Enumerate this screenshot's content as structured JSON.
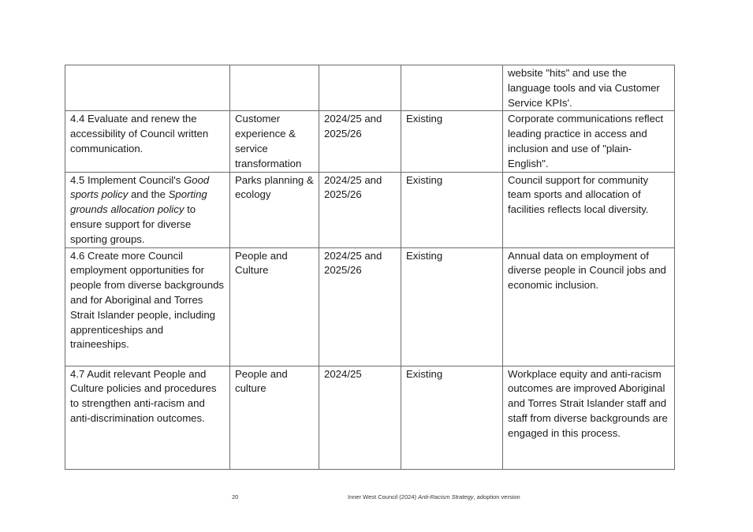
{
  "rows": [
    {
      "action": "",
      "owner": "",
      "timeframe": "",
      "funding": "",
      "measure": "website \"hits\" and use the language tools and via Customer Service KPIs'."
    },
    {
      "action": "4.4 Evaluate and renew the accessibility of Council written communication.",
      "owner": "Customer experience & service transformation",
      "timeframe": "2024/25 and 2025/26",
      "funding": "Existing",
      "measure": "Corporate communications reflect leading practice in access and inclusion and use of \"plain-English\"."
    },
    {
      "action_parts": [
        "4.5 Implement Council's ",
        "Good sports policy",
        " and the ",
        "Sporting grounds allocation policy",
        " to ensure support for diverse sporting groups."
      ],
      "owner": "Parks planning & ecology",
      "timeframe": "2024/25 and 2025/26",
      "funding": "Existing",
      "measure": "Council support for community team sports and allocation of facilities reflects local diversity."
    },
    {
      "action": "4.6 Create more Council employment opportunities for people from diverse backgrounds and for Aboriginal and Torres Strait Islander people, including apprenticeships and traineeships.",
      "owner": "People and Culture",
      "timeframe": "2024/25 and 2025/26",
      "funding": "Existing",
      "measure": "Annual data on employment of diverse people in Council jobs and economic inclusion."
    },
    {
      "action": "4.7 Audit relevant  People and Culture policies and procedures to strengthen anti-racism and anti-discrimination outcomes.",
      "owner": "People and culture",
      "timeframe": "2024/25",
      "funding": "Existing",
      "measure": "Workplace equity and anti-racism outcomes are improved Aboriginal and Torres Strait Islander staff and staff from diverse backgrounds are engaged in this process."
    }
  ],
  "footer": {
    "page_number": "20",
    "source_prefix": "Inner West Council (2024) ",
    "source_title": "Anti-Racism Strategy",
    "source_suffix": ", adoption version"
  }
}
